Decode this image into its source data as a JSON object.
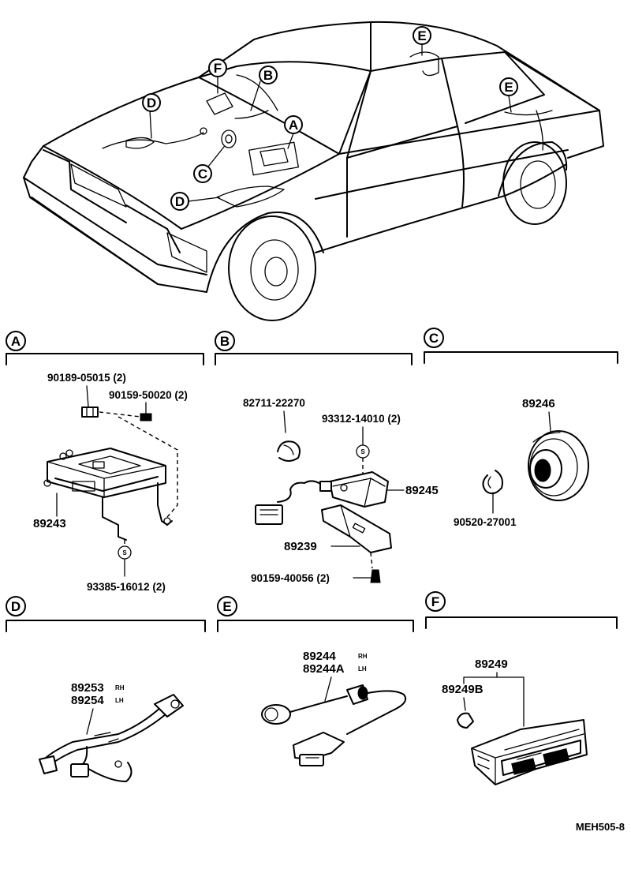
{
  "diagram_code": "MEH505-8",
  "car_callouts": {
    "a": "A",
    "b": "B",
    "c": "C",
    "d1": "D",
    "d2": "D",
    "e1": "E",
    "e2": "E",
    "f": "F"
  },
  "sections": {
    "a": {
      "letter": "A",
      "parts": {
        "p1": "90189-05015 (2)",
        "p2": "90159-50020 (2)",
        "p3": "89243",
        "p4": "93385-16012 (2)"
      },
      "s_mark": "S"
    },
    "b": {
      "letter": "B",
      "parts": {
        "p1": "82711-22270",
        "p2": "93312-14010 (2)",
        "p3": "89245",
        "p4": "89239",
        "p5": "90159-40056 (2)"
      },
      "s_mark": "S"
    },
    "c": {
      "letter": "C",
      "parts": {
        "p1": "89246",
        "p2": "90520-27001"
      }
    },
    "d": {
      "letter": "D",
      "parts": {
        "p1": "89253",
        "p1_side": "RH",
        "p2": "89254",
        "p2_side": "LH"
      }
    },
    "e": {
      "letter": "E",
      "parts": {
        "p1": "89244",
        "p1_side": "RH",
        "p2": "89244A",
        "p2_side": "LH"
      }
    },
    "f": {
      "letter": "F",
      "parts": {
        "p1": "89249",
        "p2": "89249B"
      }
    }
  }
}
